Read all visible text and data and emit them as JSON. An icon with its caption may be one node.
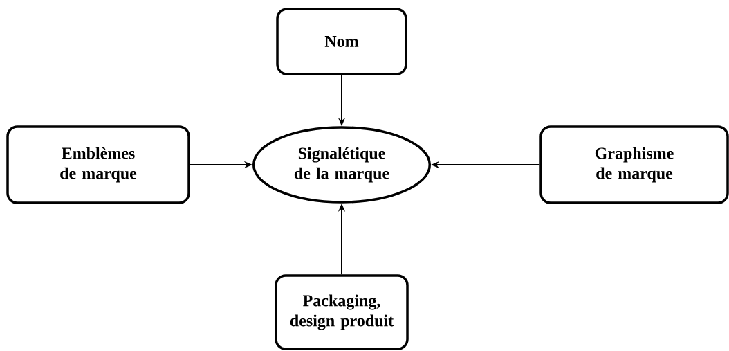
{
  "diagram": {
    "nodes": [
      {
        "text": [
          "Nom"
        ]
      },
      {
        "text": [
          "Emblèmes de marque"
        ]
      },
      {
        "text": [
          "Signalétique de la marque"
        ]
      },
      {
        "text": [
          "Graphisme de marque"
        ]
      },
      {
        "text": [
          "Packaging, design produit"
        ]
      }
    ],
    "edges": [
      {
        "from": 0,
        "to": 2,
        "arrow": "to"
      },
      {
        "from": 1,
        "to": 2,
        "arrow": "to"
      },
      {
        "from": 3,
        "to": 2,
        "arrow": "to"
      },
      {
        "from": 4,
        "to": 2,
        "arrow": "to"
      }
    ]
  }
}
